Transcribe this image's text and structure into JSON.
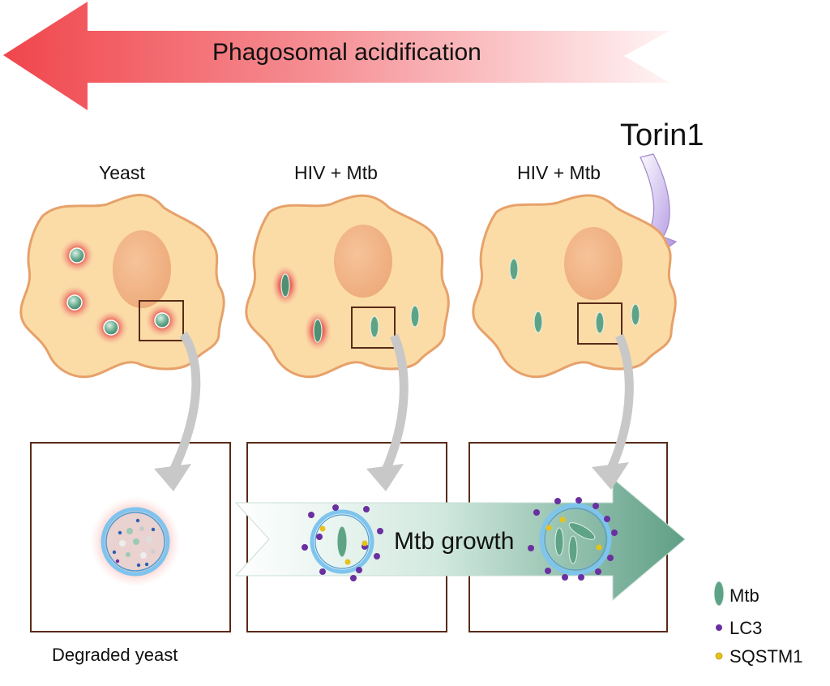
{
  "top_arrow": {
    "label": "Phagosomal acidification"
  },
  "treatment": {
    "label": "Torin1"
  },
  "columns": [
    {
      "label": "Yeast"
    },
    {
      "label": "HIV + Mtb"
    },
    {
      "label": "HIV + Mtb"
    }
  ],
  "growth_arrow": {
    "label": "Mtb growth"
  },
  "outcome": {
    "label": "Degraded yeast"
  },
  "legend": [
    {
      "label": "Mtb",
      "symbol": "rod",
      "color": "#5fa386"
    },
    {
      "label": "LC3",
      "symbol": "dot",
      "color": "#6a2fa0"
    },
    {
      "label": "SQSTM1",
      "symbol": "dot",
      "color": "#e6c21a"
    }
  ],
  "colors": {
    "acidification": "#f0464c",
    "cell_fill": "#fbdca6",
    "cell_border": "#e7a16a",
    "nucleus": "#f2b384",
    "bacteria": "#5fa386",
    "torin_arrow": "#b69be6",
    "growth_arrow": "#6bae93",
    "phagosome_ring": "#6fb6e8",
    "box_border": "#5a2a18",
    "connector": "#c8c8c8"
  }
}
